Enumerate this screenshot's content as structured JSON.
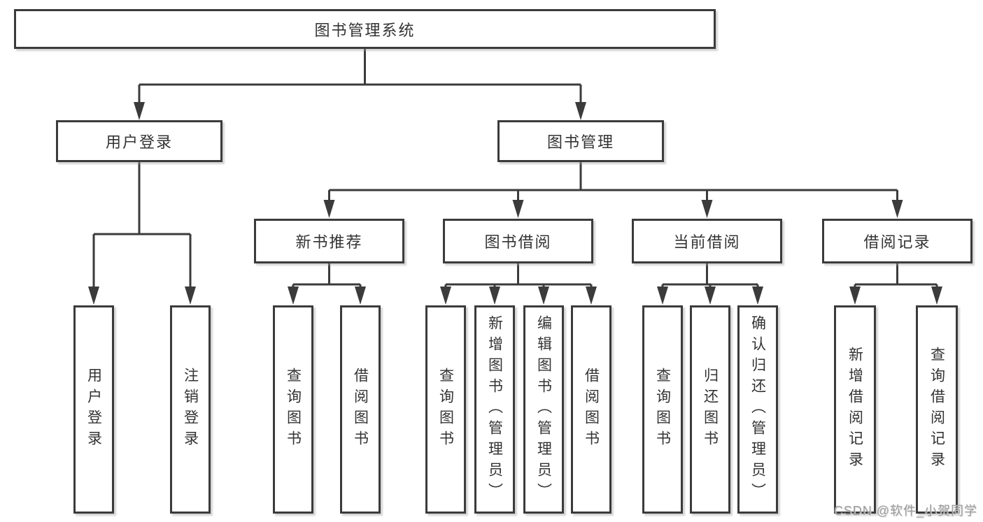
{
  "tree": {
    "root": "图书管理系统",
    "branches": [
      {
        "label": "用户登录",
        "children": [
          "用户登录",
          "注销登录"
        ]
      },
      {
        "label": "图书管理",
        "groups": [
          {
            "label": "新书推荐",
            "children": [
              "查询图书",
              "借阅图书"
            ]
          },
          {
            "label": "图书借阅",
            "children": [
              "查询图书",
              "新增图书（管理员）",
              "编辑图书（管理员）",
              "借阅图书"
            ]
          },
          {
            "label": "当前借阅",
            "children": [
              "查询图书",
              "归还图书",
              "确认归还（管理员）"
            ]
          },
          {
            "label": "借阅记录",
            "children": [
              "新增借阅记录",
              "查询借阅记录"
            ]
          }
        ]
      }
    ]
  },
  "watermark": "CSDN @软件_小贺同学",
  "colors": {
    "line": "#3b3b3b",
    "text": "#333333",
    "box_background": "#ffffff",
    "watermark": "#9c9c9c"
  }
}
